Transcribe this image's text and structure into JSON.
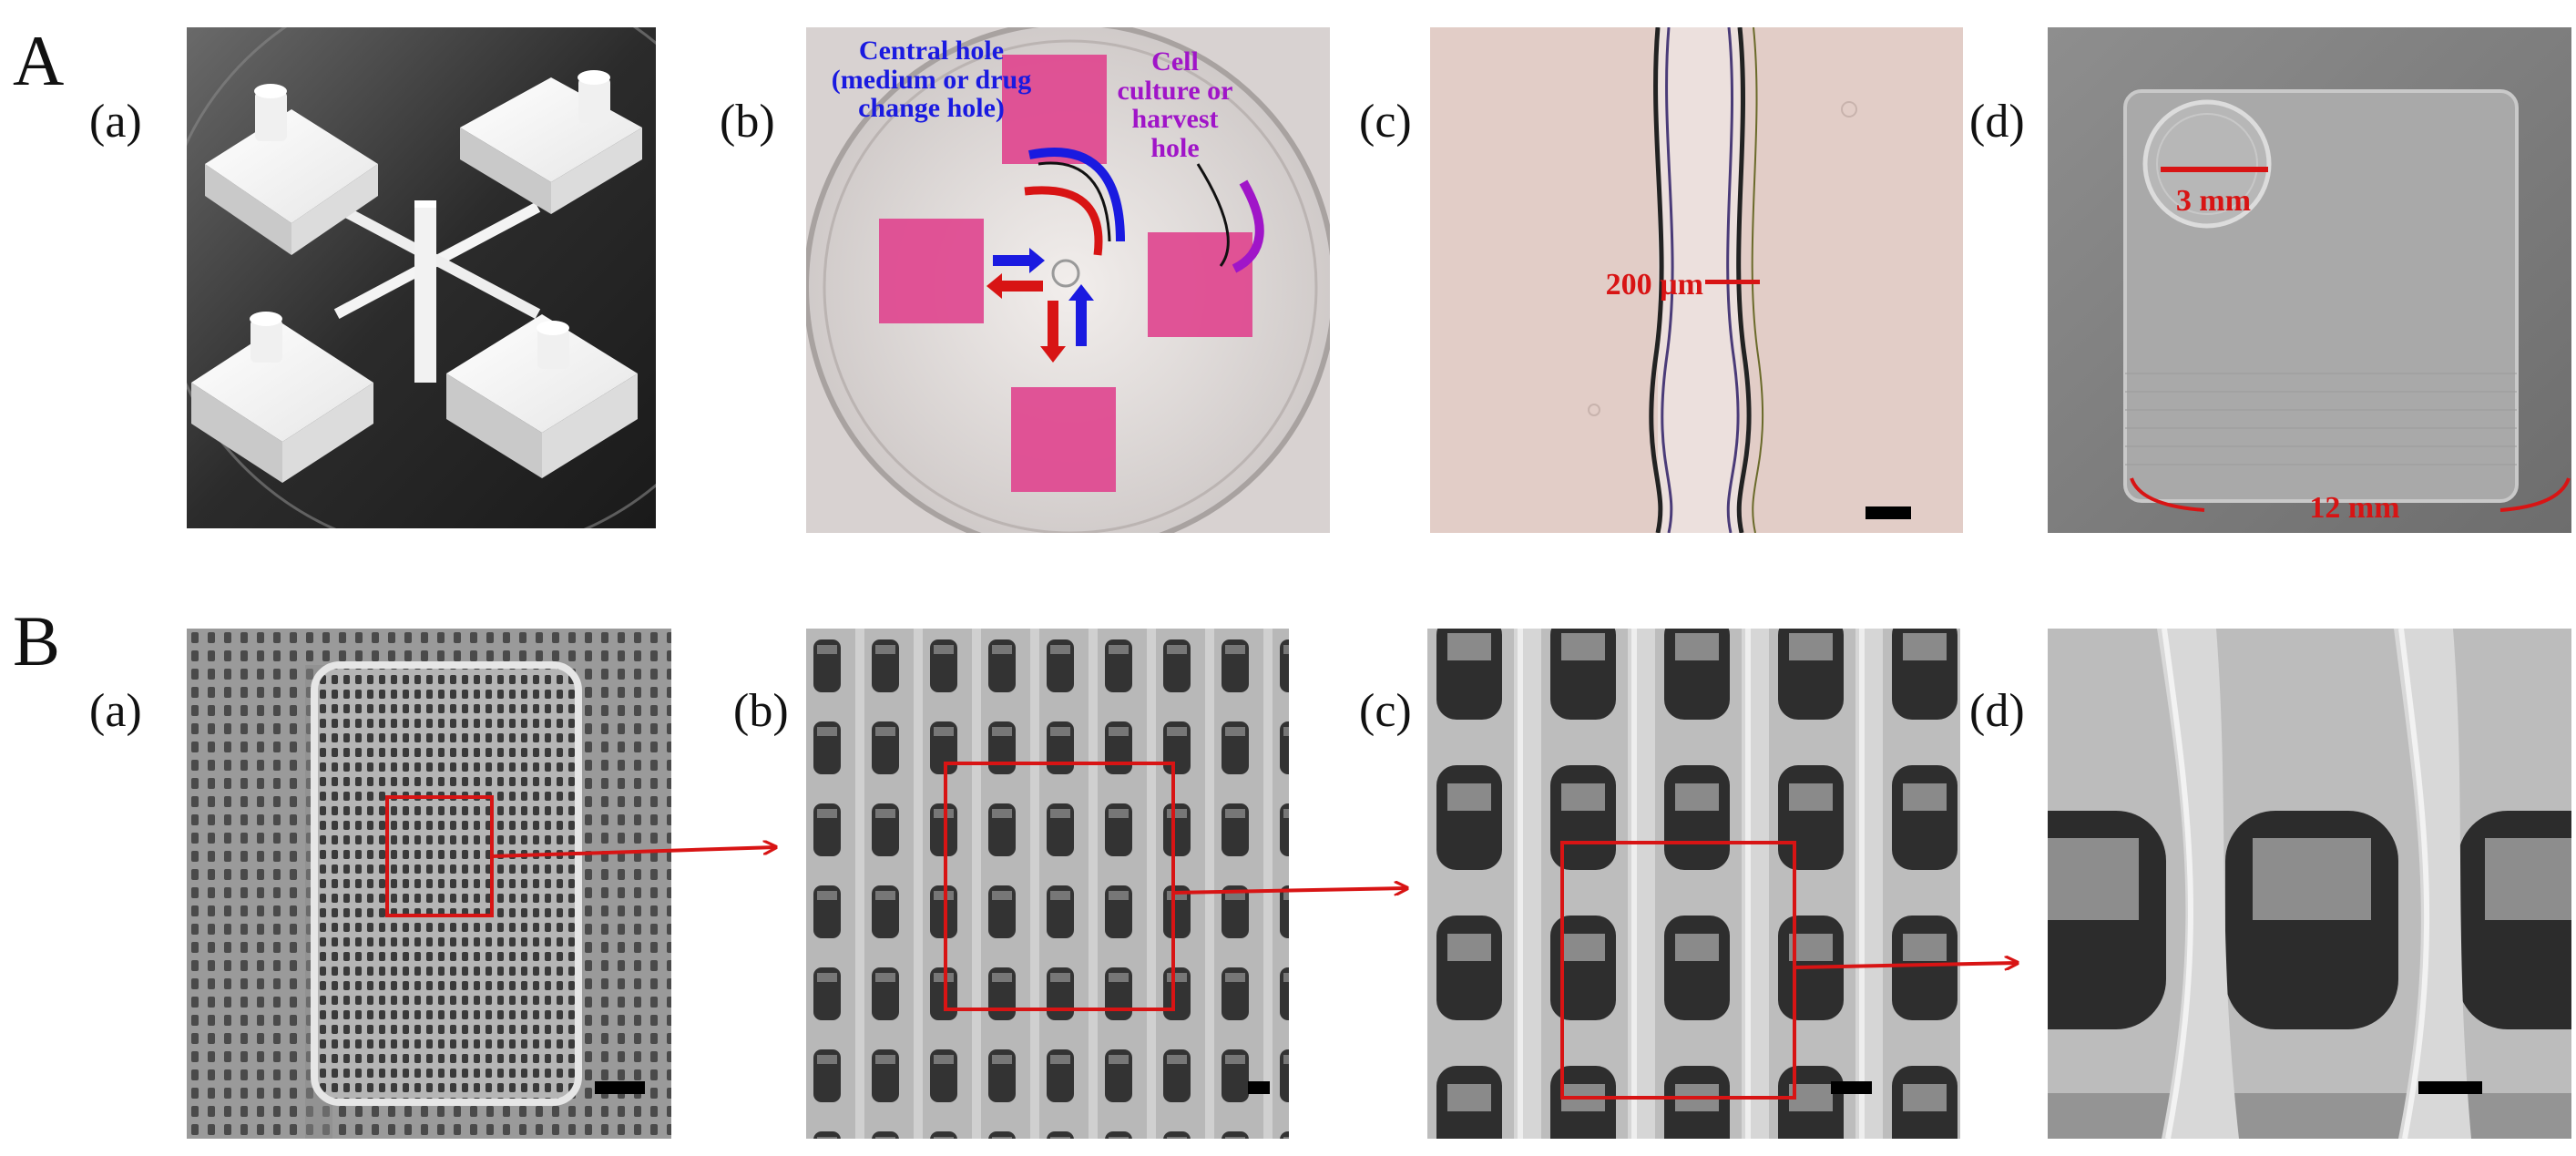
{
  "rows": [
    {
      "letter": "A",
      "panels": [
        "(a)",
        "(b)",
        "(c)",
        "(d)"
      ]
    },
    {
      "letter": "B",
      "panels": [
        "(a)",
        "(b)",
        "(c)",
        "(d)"
      ]
    }
  ],
  "annotations": {
    "central_hole": "Central hole (medium or drug change hole)",
    "cell_hole": "Cell culture or harvest hole",
    "channel_width": "200 µm",
    "hole_diameter": "3 mm",
    "chip_width": "12 mm"
  },
  "colors": {
    "annotation_red": "#d81414",
    "annotation_blue": "#1a1ae0",
    "annotation_purple": "#a015c8",
    "culture_pink": "#e0478f"
  }
}
